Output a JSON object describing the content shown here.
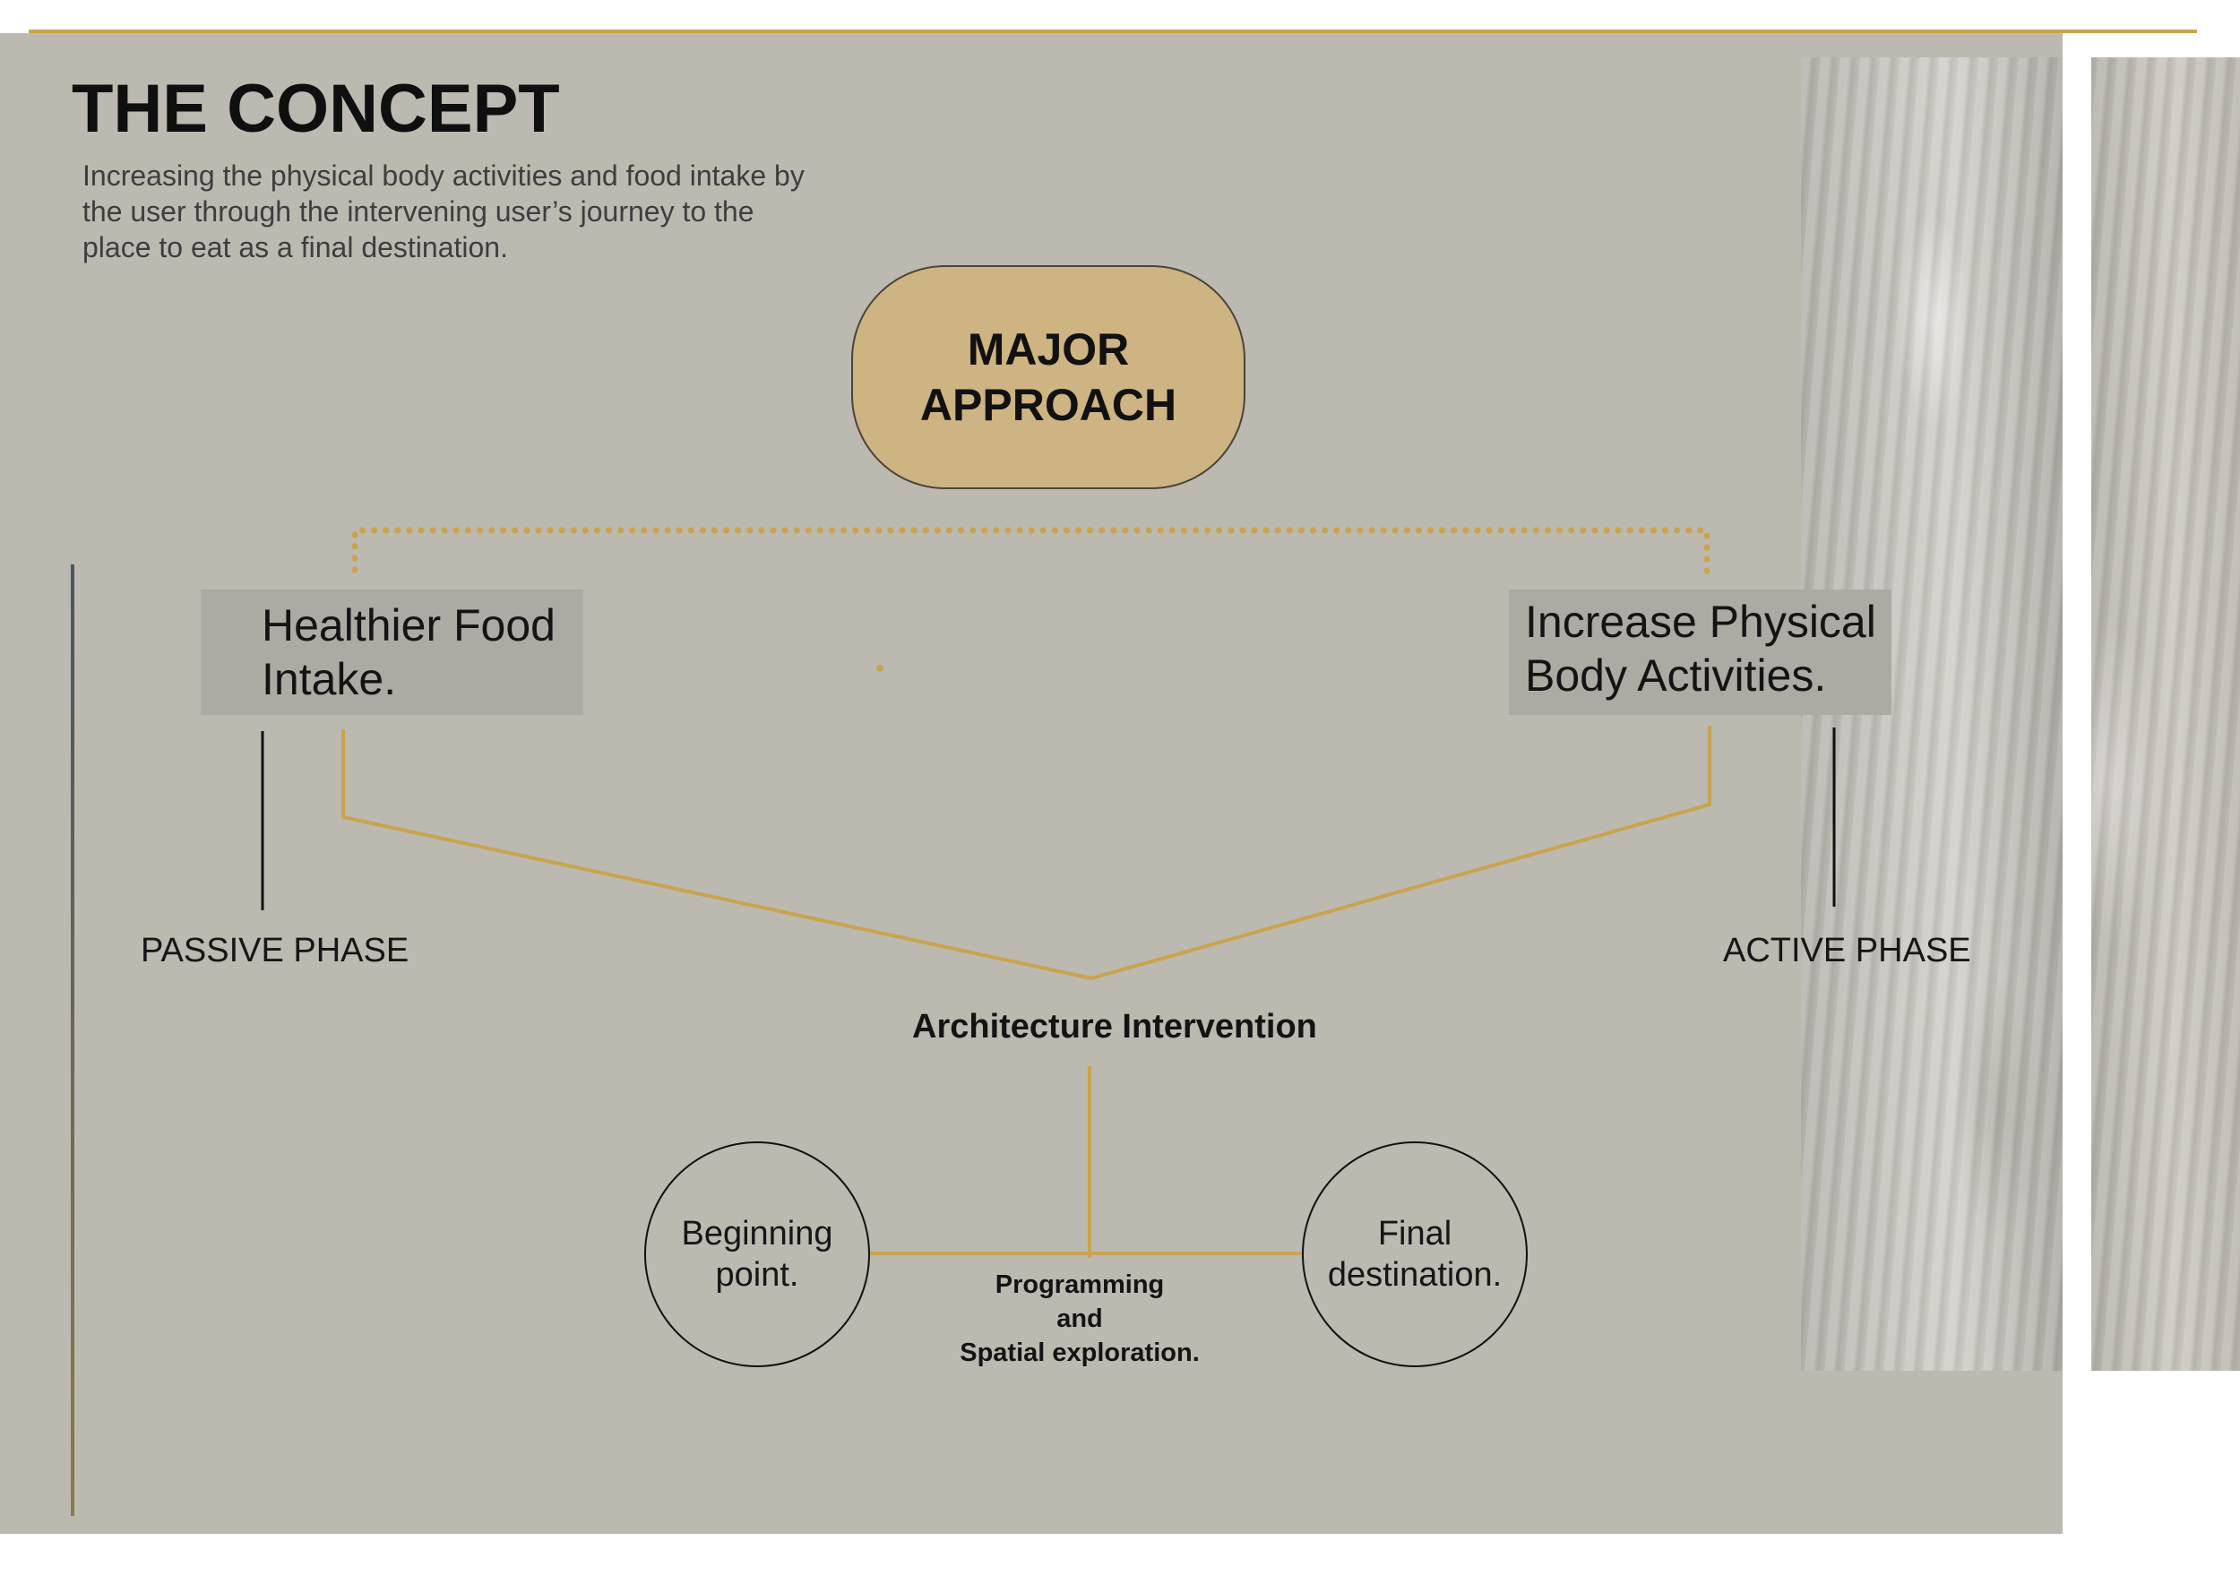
{
  "title": "THE CONCEPT",
  "intro": "Increasing the physical body activities and food intake by the user through the intervening user’s journey to the place to eat as a final destination.",
  "major_approach": "MAJOR APPROACH",
  "left_branch": "Healthier Food Intake.",
  "right_branch": "Increase Physical Body Activities.",
  "left_phase": "PASSIVE PHASE",
  "right_phase": "ACTIVE PHASE",
  "intervention": "Architecture Intervention",
  "start_node": "Beginning point.",
  "end_node": "Final destination.",
  "path_label": {
    "line1": "Programming",
    "line2": "and",
    "line3": "Spatial exploration."
  },
  "colors": {
    "panel": "#bcb9b1",
    "accent": "#c9a44e",
    "major_fill": "#cdb482",
    "branch_fill": "#adaaa4",
    "text": "#141414"
  }
}
